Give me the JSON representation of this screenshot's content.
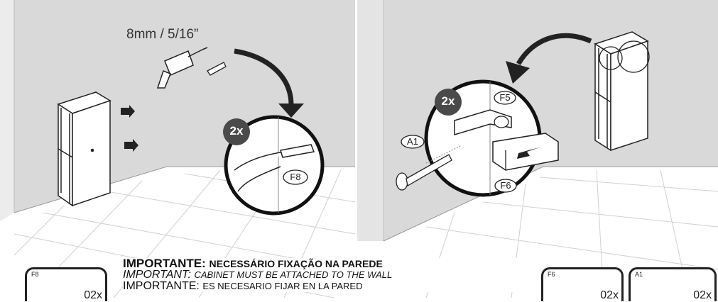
{
  "step_left": {
    "drill_size": "8mm / 5/16”",
    "count": "2x",
    "part_label": "F8"
  },
  "step_right": {
    "count": "2x",
    "labels": {
      "a1": "A1",
      "f5": "F5",
      "f6": "F6"
    }
  },
  "notice": {
    "pt_prefix": "IMPORTANTE:",
    "pt_text": "NECESSÁRIO FIXAÇÃO NA PAREDE",
    "en_prefix": "IMPORTANT:",
    "en_text": "CABINET MUST BE ATTACHED TO THE WALL",
    "es_prefix": "IMPORTANTE:",
    "es_text": "ES NECESARIO FIJAR EN LA PARED"
  },
  "parts": [
    {
      "code": "F8",
      "qty": "02x",
      "icon": "wall-plug-icon"
    },
    {
      "code": "F6",
      "qty": "02x",
      "icon": "bracket-icon"
    },
    {
      "code": "A1",
      "qty": "02x",
      "icon": "screw-icon"
    }
  ],
  "colors": {
    "wall": "#d9d9d9",
    "floor": "#ffffff",
    "lines": "#222222",
    "badge": "#4a4a4a"
  }
}
